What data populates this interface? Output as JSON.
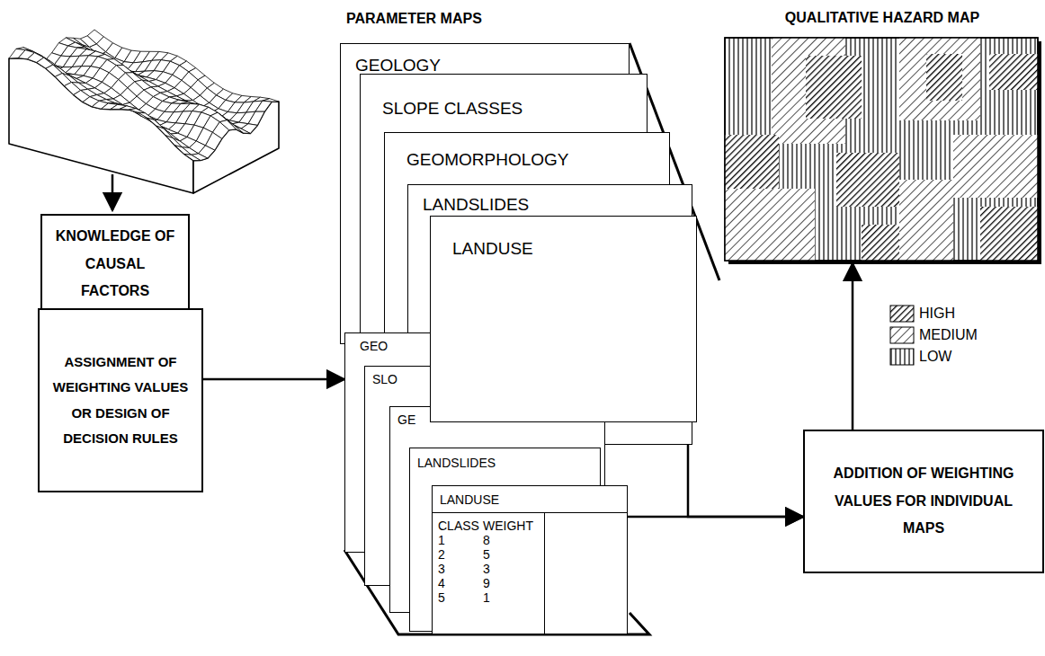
{
  "diagram": {
    "nodes": [
      {
        "text": [
          "KNOWLEDGE OF CAUSAL FACTORS"
        ]
      },
      {
        "text": [
          "ASSIGNMENT OF WEIGHTING VALUES OR DESIGN OF DECISION RULES"
        ]
      },
      {
        "text": [
          "GEOLOGY"
        ]
      },
      {
        "text": [
          "SLOPE CLASSES"
        ]
      },
      {
        "text": [
          "GEOMORPHOLOGY"
        ]
      },
      {
        "text": [
          "LANDSLIDES"
        ]
      },
      {
        "text": [
          "LANDUSE"
        ]
      },
      {
        "text": [
          "GEO"
        ]
      },
      {
        "text": [
          "SLO"
        ]
      },
      {
        "text": [
          "GE"
        ]
      },
      {
        "text": [
          "LANDSLIDES"
        ]
      },
      {
        "text": [
          "LANDUSE",
          "CLASS",
          "WEIGHT",
          "1",
          "8",
          "2",
          "5",
          "3",
          "3",
          "4",
          "9",
          "5",
          "1"
        ]
      },
      {
        "text": [
          "ADDITION OF WEIGHTING VALUES FOR INDIVIDUAL MAPS"
        ]
      },
      {
        "text": [
          "QUALITATIVE HAZARD MAP"
        ]
      }
    ],
    "edges": [
      {
        "from": 0,
        "to": 1,
        "arrow": "to"
      },
      {
        "from": 1,
        "to": 7,
        "arrow": "to"
      },
      {
        "from": 6,
        "to": 12,
        "arrow": "to"
      },
      {
        "from": 11,
        "to": 12,
        "arrow": "to"
      },
      {
        "from": 12,
        "to": 13,
        "arrow": "to"
      }
    ],
    "labels": [
      "PARAMETER MAPS"
    ],
    "legend": [
      {
        "text": "HIGH"
      },
      {
        "text": "MEDIUM"
      },
      {
        "text": "LOW"
      }
    ]
  }
}
